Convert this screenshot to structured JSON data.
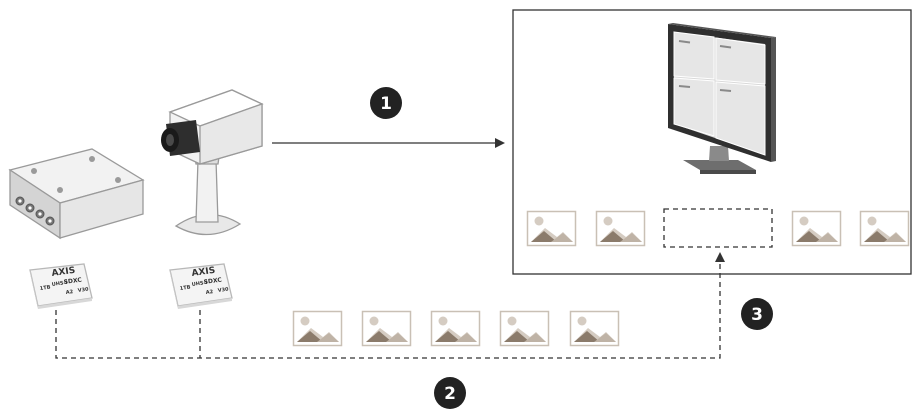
{
  "sd_card": {
    "brand": "AXIS",
    "lines": [
      "1TB",
      "UHS-I",
      "SDXC",
      "A2",
      "V30"
    ]
  },
  "steps": [
    {
      "label": "1"
    },
    {
      "label": "2"
    },
    {
      "label": "3"
    }
  ],
  "colors": {
    "line": "#333333",
    "badge": "#222222",
    "thumb_frame": "#c9c0b5",
    "thumb_light": "#d5ccc2",
    "thumb_dark": "#8b7b6b"
  },
  "icons": [
    "io-module-icon",
    "camera-icon",
    "sd-card-icon",
    "monitor-icon",
    "image-placeholder-icon"
  ]
}
